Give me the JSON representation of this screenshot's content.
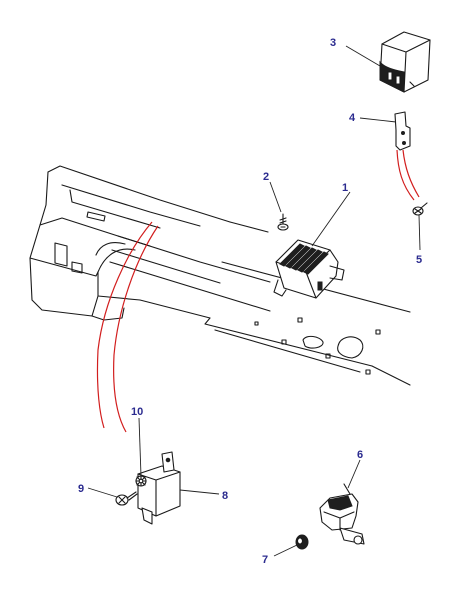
{
  "callouts": {
    "c1": "1",
    "c2": "2",
    "c3": "3",
    "c4": "4",
    "c5": "5",
    "c6": "6",
    "c7": "7",
    "c8": "8",
    "c9": "9",
    "c10": "10"
  },
  "colors": {
    "callout_text": "#2b2b8f",
    "wire": "#d21e1e",
    "line_art": "#1a1a1a"
  }
}
